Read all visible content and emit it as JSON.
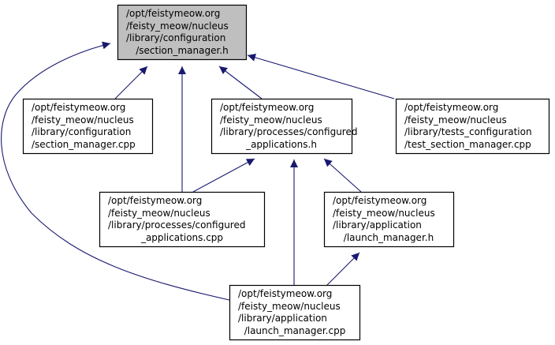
{
  "colors": {
    "edge": "#191970",
    "root_fill": "#bfbfbf",
    "node_fill": "#ffffff"
  },
  "nodes": {
    "root": {
      "lines": [
        "/opt/feistymeow.org",
        "/feisty_meow/nucleus",
        "/library/configuration",
        "/section_manager.h"
      ]
    },
    "section_manager_cpp": {
      "lines": [
        "/opt/feistymeow.org",
        "/feisty_meow/nucleus",
        "/library/configuration",
        "/section_manager.cpp"
      ]
    },
    "configured_applications_h": {
      "lines": [
        "/opt/feistymeow.org",
        "/feisty_meow/nucleus",
        "/library/processes/configured",
        "_applications.h"
      ]
    },
    "test_section_manager_cpp": {
      "lines": [
        "/opt/feistymeow.org",
        "/feisty_meow/nucleus",
        "/library/tests_configuration",
        "/test_section_manager.cpp"
      ]
    },
    "configured_applications_cpp": {
      "lines": [
        "/opt/feistymeow.org",
        "/feisty_meow/nucleus",
        "/library/processes/configured",
        "_applications.cpp"
      ]
    },
    "launch_manager_h": {
      "lines": [
        "/opt/feistymeow.org",
        "/feisty_meow/nucleus",
        "/library/application",
        "/launch_manager.h"
      ]
    },
    "launch_manager_cpp": {
      "lines": [
        "/opt/feistymeow.org",
        "/feisty_meow/nucleus",
        "/library/application",
        "/launch_manager.cpp"
      ]
    }
  }
}
